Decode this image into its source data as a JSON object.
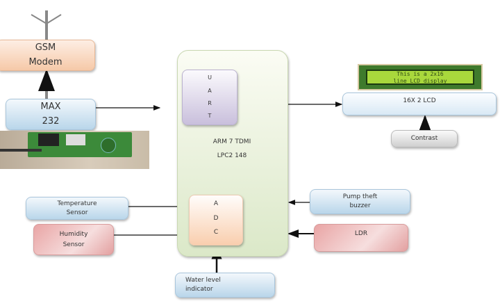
{
  "gsm": {
    "line1": "GSM",
    "line2": "Modem"
  },
  "max": {
    "line1": "MAX",
    "line2": "232"
  },
  "mcu": {
    "line1": "ARM 7 TDMI",
    "line2": "LPC2 148"
  },
  "uart": {
    "letters": [
      "U",
      "A",
      "R",
      "T"
    ]
  },
  "adc": {
    "letters": [
      "A",
      "D",
      "C"
    ]
  },
  "lcd": {
    "label": "16X 2 LCD",
    "screen_line1": "This is a 2x16",
    "screen_line2": "line LCD display"
  },
  "contrast": {
    "label": "Contrast"
  },
  "temperature": {
    "line1": "Temperature",
    "line2": "Sensor"
  },
  "humidity": {
    "line1": "Humidity",
    "line2": "Sensor"
  },
  "pump": {
    "line1": "Pump theft",
    "line2": "buzzer"
  },
  "ldr": {
    "label": "LDR"
  },
  "water": {
    "line1": "Water level",
    "line2": "indicator"
  }
}
